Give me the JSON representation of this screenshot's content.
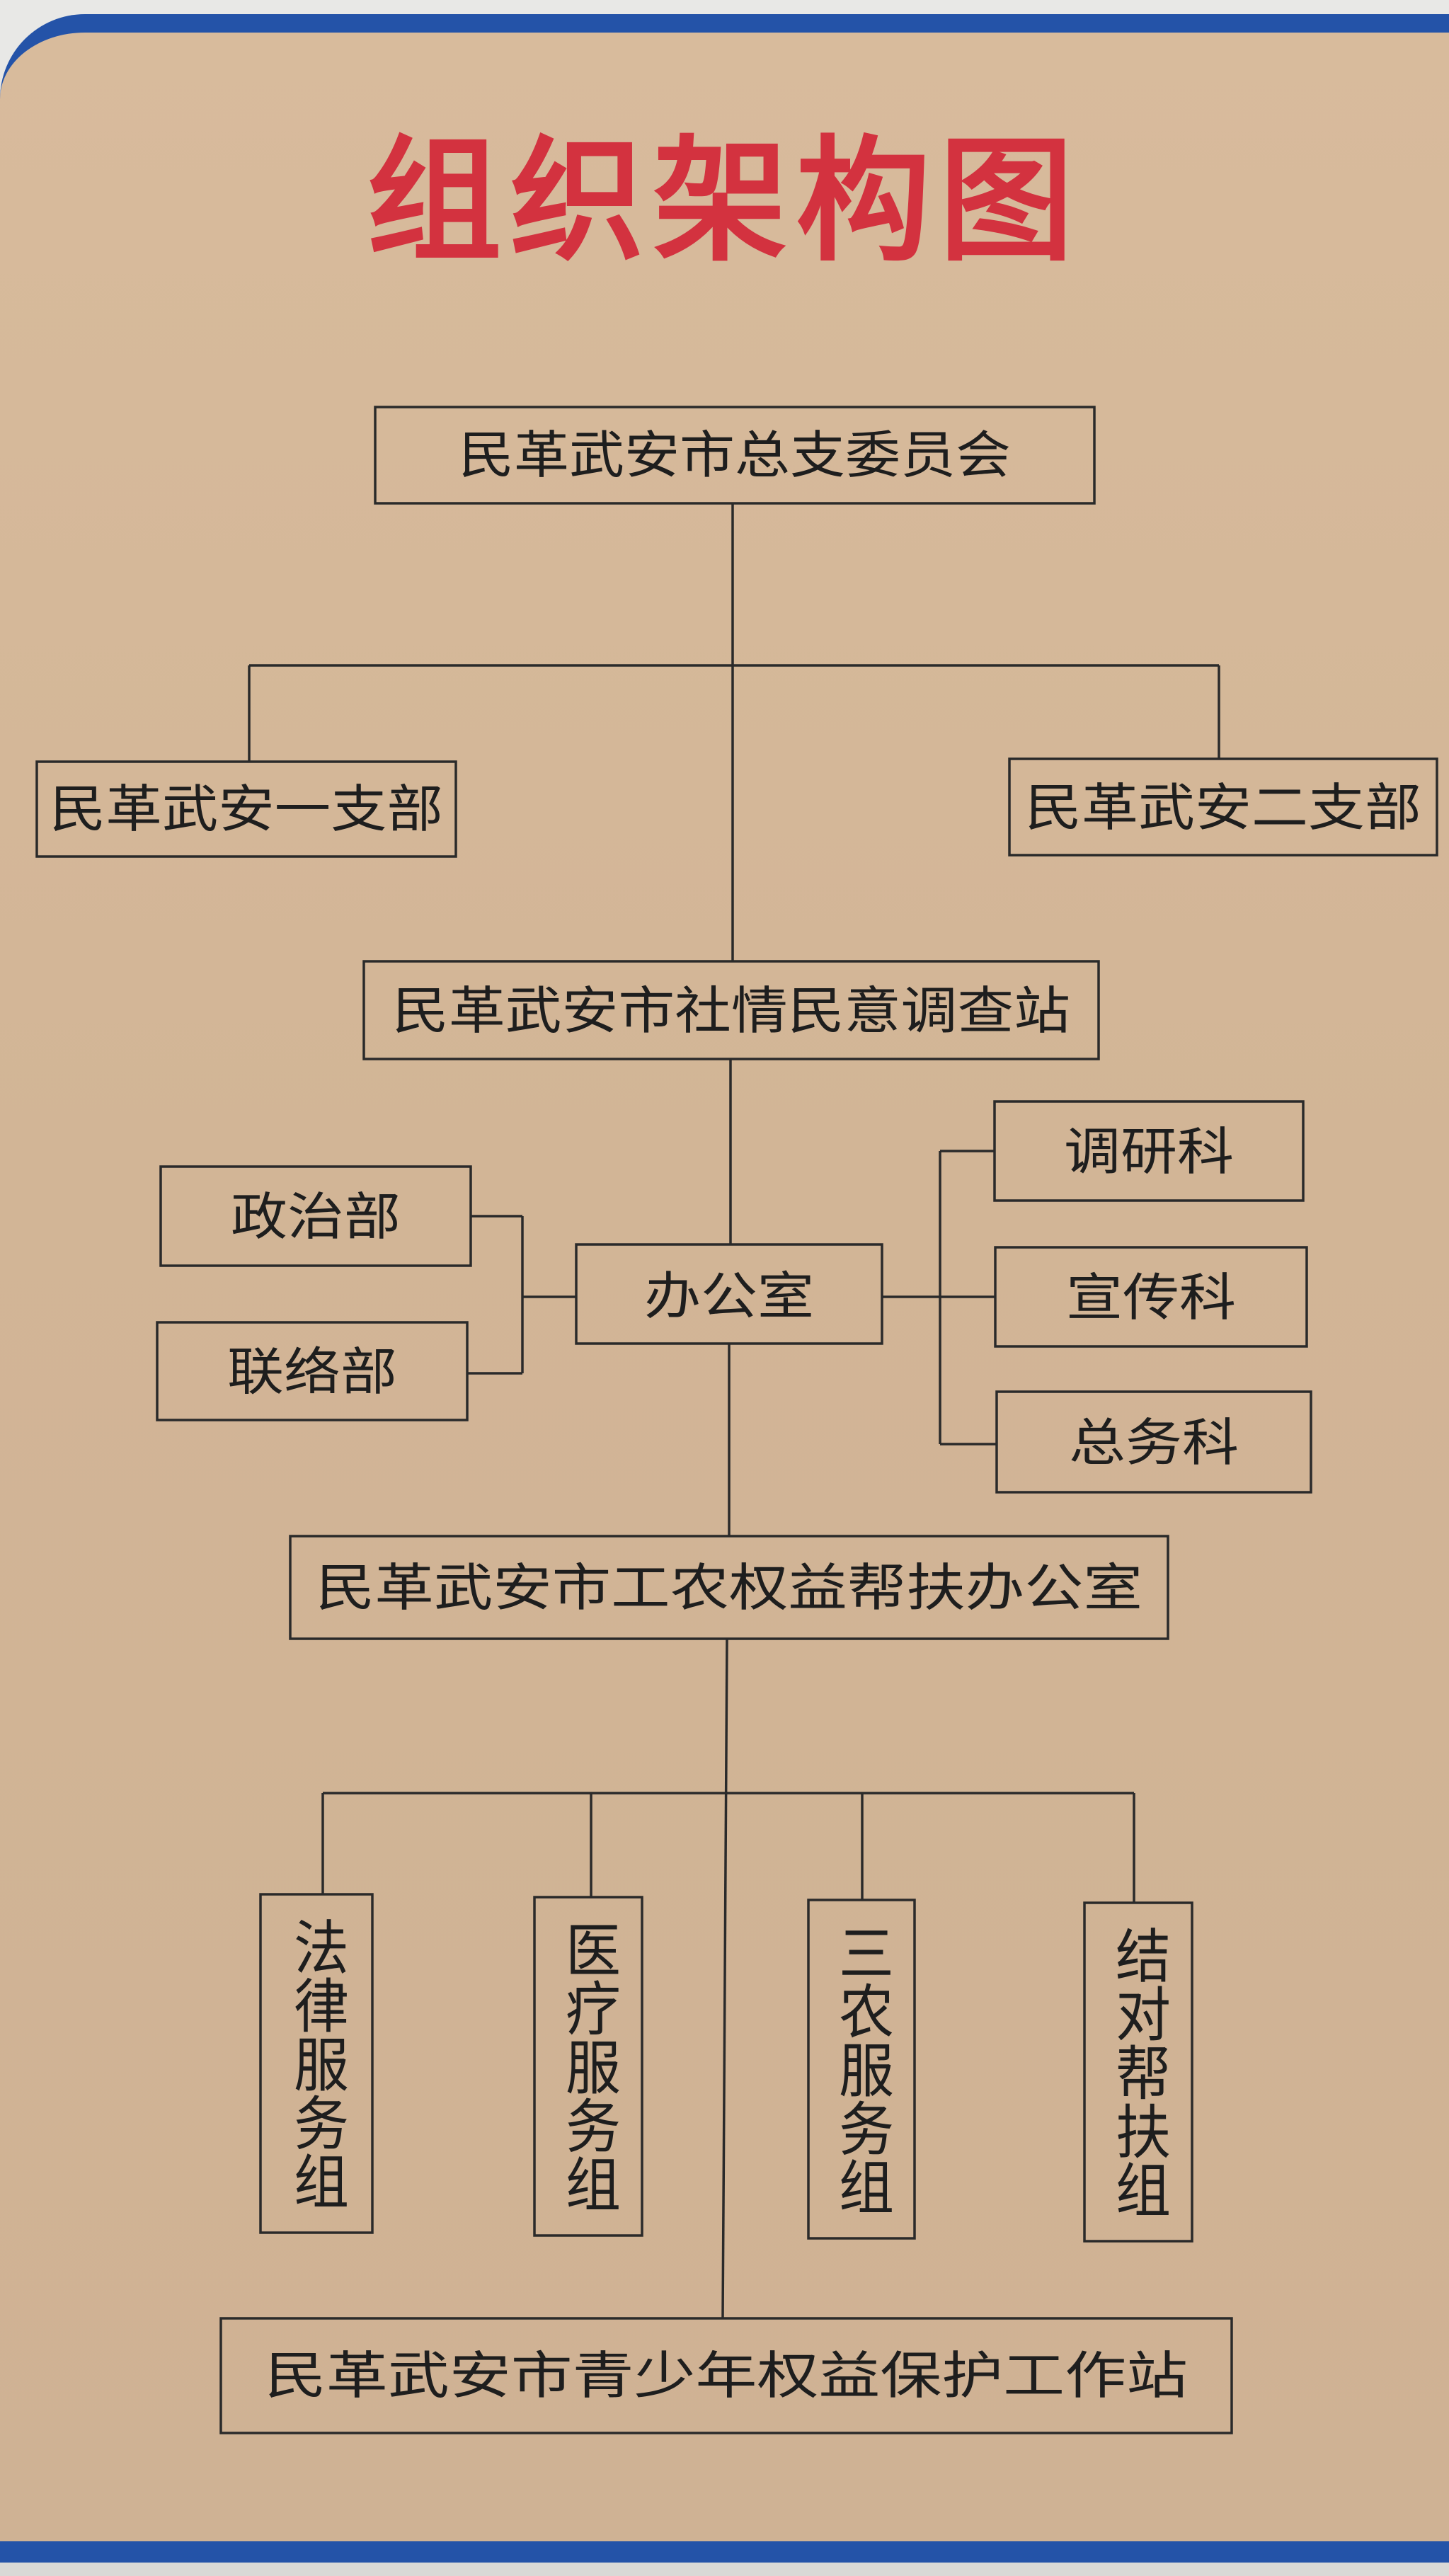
{
  "title": "组织架构图",
  "colors": {
    "title": "#d3323f",
    "frame": "#2453a8",
    "board": "#d4b798",
    "line": "#2a2a2a"
  },
  "nodes": {
    "root": "民革武安市总支委员会",
    "branch_one": "民革武安一支部",
    "branch_two": "民革武安二支部",
    "survey_station": "民革武安市社情民意调查站",
    "office": "办公室",
    "politics_dept": "政治部",
    "liaison_dept": "联络部",
    "research_section": "调研科",
    "publicity_section": "宣传科",
    "general_affairs_section": "总务科",
    "rights_office": "民革武安市工农权益帮扶办公室",
    "legal_group": "法律服务组",
    "medical_group": "医疗服务组",
    "agri_group": "三农服务组",
    "pairing_group": "结对帮扶组",
    "youth_station": "民革武安市青少年权益保护工作站"
  }
}
